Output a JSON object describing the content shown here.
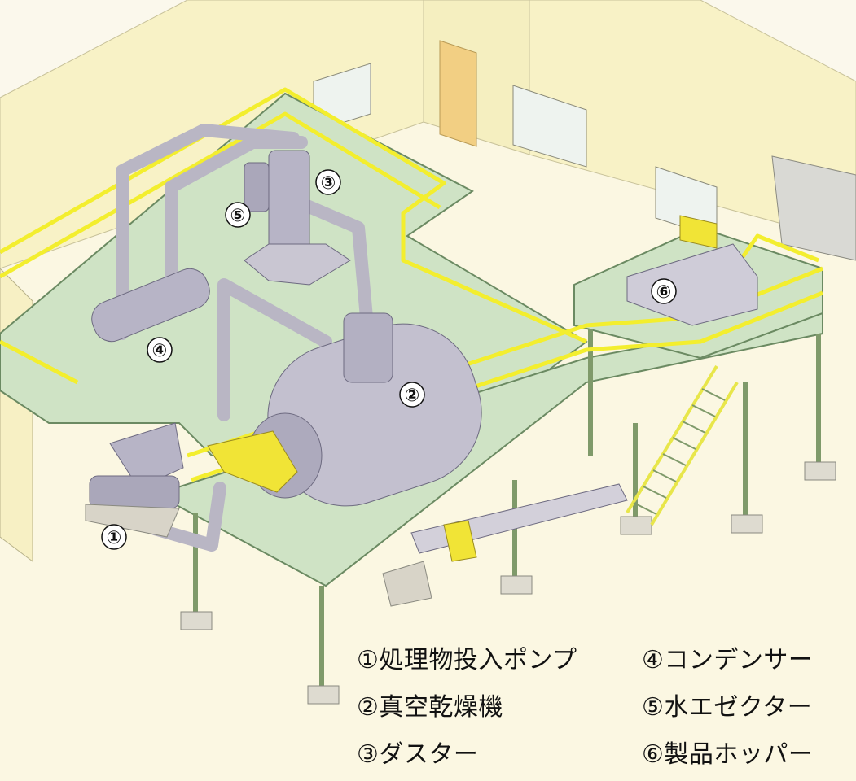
{
  "markers": {
    "m1": "①",
    "m2": "②",
    "m3": "③",
    "m4": "④",
    "m5": "⑤",
    "m6": "⑥"
  },
  "legend": [
    "①処理物投入ポンプ",
    "②真空乾燥機",
    "③ダスター",
    "④コンデンサー",
    "⑤水エゼクター",
    "⑥製品ホッパー"
  ]
}
